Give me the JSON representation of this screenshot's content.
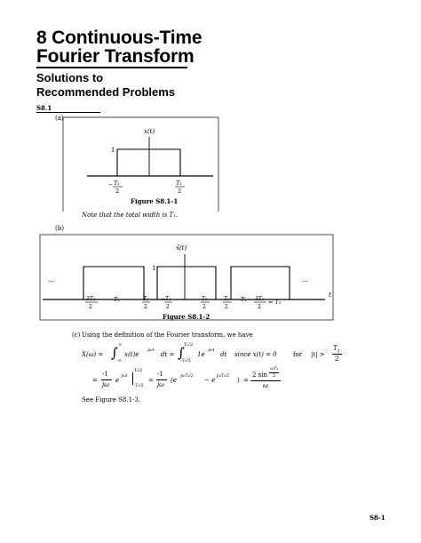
{
  "chapter": {
    "line1": "8 Continuous-Time",
    "line2": "Fourier Transform"
  },
  "section": {
    "line1": "Solutions to",
    "line2": "Recommended Problems"
  },
  "problem_label": "S8.1",
  "part_a": {
    "label": "(a)",
    "signal_label": "x(t)",
    "amp": "1",
    "tick_left": "T₁",
    "tick_right": "T₁",
    "caption": "Figure S8.1-1",
    "note": "Note that the total width is T₁."
  },
  "part_b": {
    "label": "(b)",
    "signal_label": "x̃(t)",
    "amp": "1",
    "ellipsis": "...",
    "t_axis": "t",
    "ticks": [
      "3T₁",
      "T₁",
      "T₀",
      "T₁",
      "T₁",
      "T₀",
      "T₁",
      "3T₁",
      "= T₀"
    ],
    "caption": "Figure S8.1-2"
  },
  "part_c": {
    "label": "(c)",
    "intro": "Using the definition of the Fourier transform, we have",
    "eq1_lhs": "X(ω) =",
    "eq1_int1": "x(t)e",
    "eq1_exp1": "-jωt",
    "eq1_dt1": "dt =",
    "eq1_int2": "1e",
    "eq1_exp2": "-jωt",
    "eq1_dt2": "dt",
    "eq1_since": "since x(t) = 0",
    "eq1_for": "for",
    "eq1_cond": "|t| >",
    "lim_inf_top": "∞",
    "lim_inf_bot": "-∞",
    "lim_T_top": "T₁/2",
    "lim_T_bot": "-T₁/2",
    "eq2_frac1_num": "-1",
    "eq2_frac1_den": "jω",
    "eq2_e": "e",
    "eq2_e_exp": "-jωt",
    "eq2_eval_top": "T₁/2",
    "eq2_eval_bot": "-T₁/2",
    "eq2_frac2_num": "-1",
    "eq2_frac2_den": "jω",
    "eq2_paren": "(e",
    "eq2_exp_a": "-jωT₁/2",
    "eq2_minus": "− e",
    "eq2_exp_b": "jωT₁/2",
    "eq2_close": ")",
    "eq2_rhs_num_a": "2 sin",
    "eq2_rhs_num_frac_top": "ωT₁",
    "eq2_rhs_num_frac_bot": "2",
    "eq2_rhs_den": "ω",
    "see": "See Figure S8.1-3."
  },
  "footer": {
    "page": "S8-1"
  }
}
